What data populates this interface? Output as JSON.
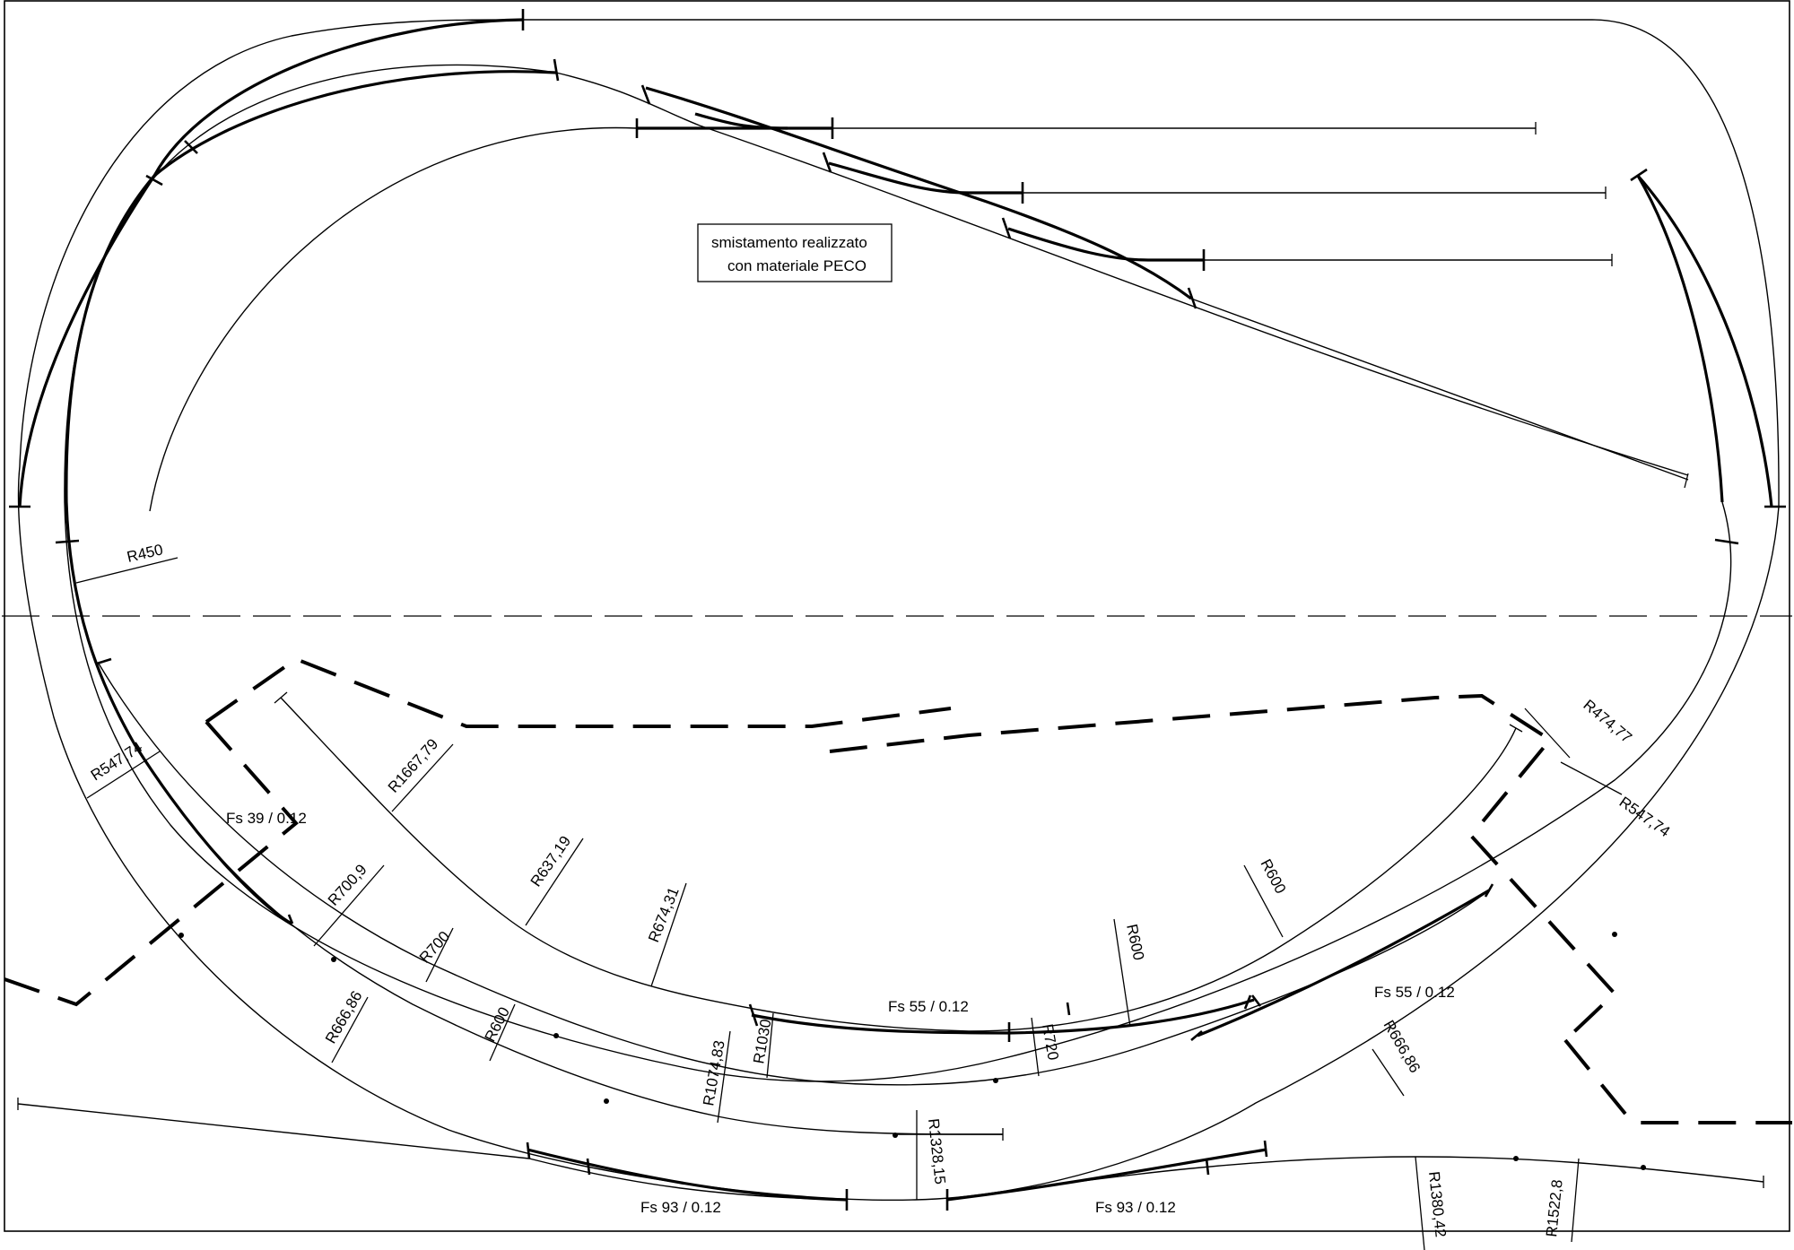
{
  "note": {
    "line1": "smistamento realizzato",
    "line2": "con materiale PECO"
  },
  "labels": {
    "r450": "R450",
    "r547_74_left": "R547,74",
    "r1667_79": "R1667,79",
    "fs39": "Fs 39 / 0.12",
    "r700_9": "R700,9",
    "r700": "R700",
    "r637_19": "R637,19",
    "r674_31": "R674,31",
    "r600_upper": "R600",
    "r600_mid": "R600",
    "r666_86_left": "R666,86",
    "r600_lower": "R600",
    "r1074_83": "R1074,83",
    "r1030": "R1030",
    "fs55_mid": "Fs 55 / 0.12",
    "r720": "R720",
    "r1328_15": "R1328,15",
    "fs55_right": "Fs 55 / 0.12",
    "r666_86_right": "R666,86",
    "r474_77": "R474,77",
    "r547_74_right": "R547,74",
    "fs93_left": "Fs 93 / 0.12",
    "fs93_right": "Fs 93 / 0.12",
    "r1380_42": "R1380,42",
    "r1522_8": "R1522,8"
  }
}
